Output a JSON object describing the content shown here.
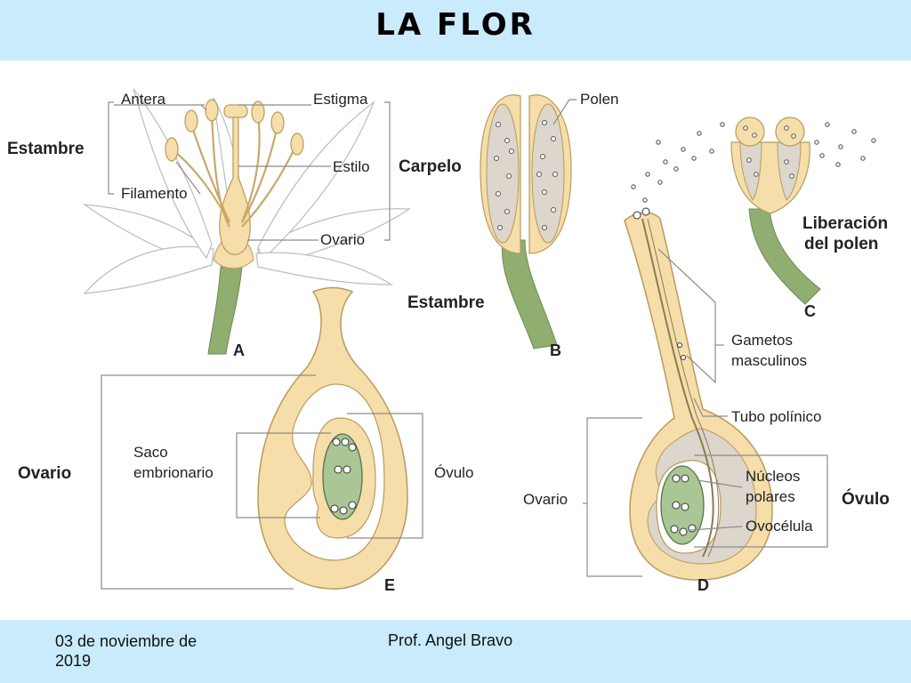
{
  "slide": {
    "title": "LA  FLOR",
    "footer_date": "03 de noviembre de 2019",
    "footer_author": "Prof. Angel Bravo"
  },
  "labels": {
    "antera": "Antera",
    "estigma": "Estigma",
    "estambre_a": "Estambre",
    "estilo": "Estilo",
    "carpelo": "Carpelo",
    "filamento": "Filamento",
    "ovario_a": "Ovario",
    "polen": "Polen",
    "estambre_b": "Estambre",
    "liberacion_1": "Liberación",
    "liberacion_2": "del polen",
    "gametos_1": "Gametos",
    "gametos_2": "masculinos",
    "tubo": "Tubo polínico",
    "saco_1": "Saco",
    "saco_2": "embrionario",
    "ovario_e": "Ovario",
    "ovulo_e": "Óvulo",
    "ovario_d": "Ovario",
    "nucleos_1": "Núcleos",
    "nucleos_2": "polares",
    "ovulo_d": "Óvulo",
    "ovocelula": "Ovocélula"
  },
  "panel_letters": {
    "a": "A",
    "b": "B",
    "c": "C",
    "d": "D",
    "e": "E"
  },
  "colors": {
    "header_bg": "#c9ebfb",
    "tissue": "#f6deaa",
    "tissue_stroke": "#b89a5c",
    "stem": "#8fae70",
    "embryo": "#a9c694",
    "label_line": "#8c8c8c"
  }
}
